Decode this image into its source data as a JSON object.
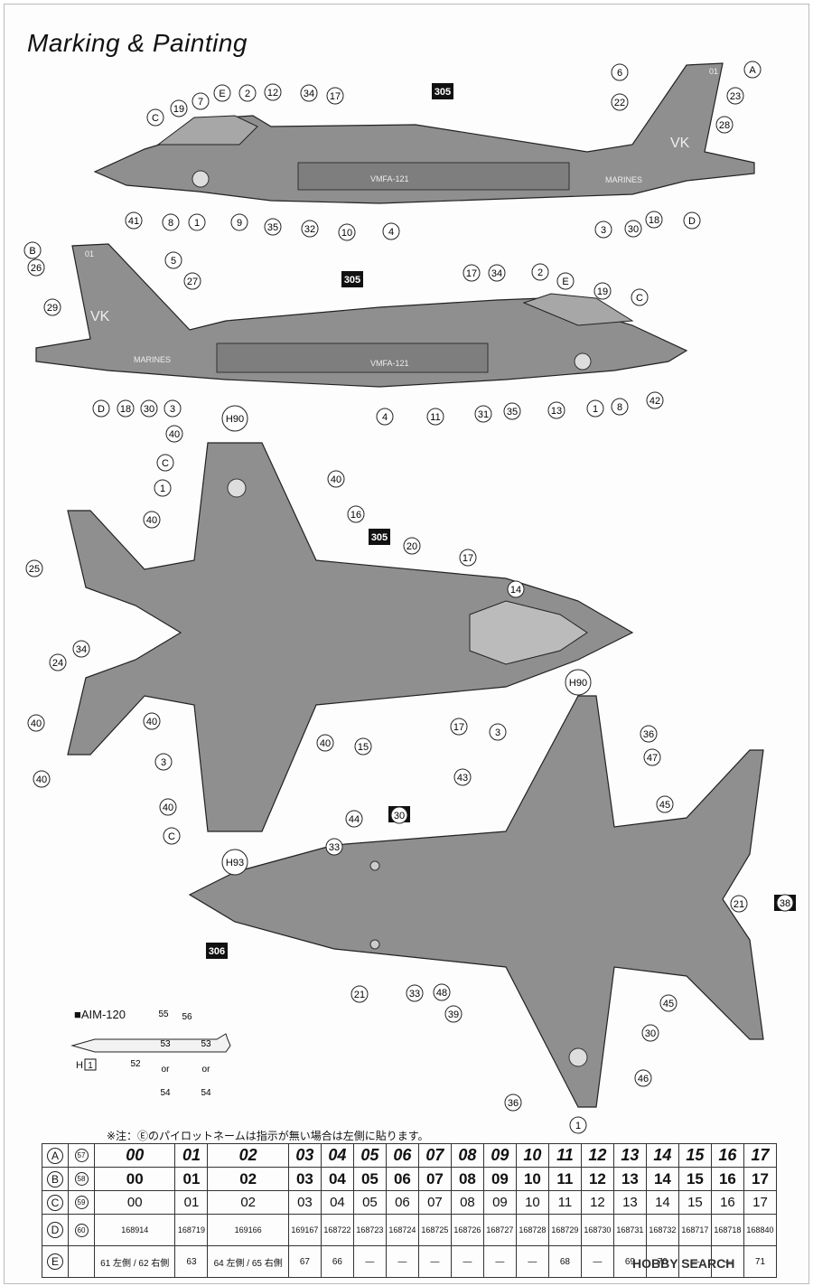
{
  "title": "Marking & Painting",
  "paint_codes": [
    "305",
    "306"
  ],
  "colors": {
    "aircraft_fill": "#8f8f8f",
    "panel": "#7a7a7a",
    "tag_bg": "#111111",
    "line": "#222222"
  },
  "callouts": {
    "top_view_left": [
      "C",
      "19",
      "7",
      "E",
      "2",
      "12",
      "34",
      "17",
      "6",
      "22",
      "A",
      "23",
      "28",
      "41",
      "8",
      "1",
      "9",
      "35",
      "32",
      "10",
      "4",
      "3",
      "30",
      "18",
      "D"
    ],
    "side_view_right": [
      "B",
      "26",
      "5",
      "27",
      "29",
      "D",
      "18",
      "30",
      "3",
      "4",
      "11",
      "31",
      "35",
      "17",
      "34",
      "2",
      "E",
      "19",
      "C",
      "13",
      "1",
      "8",
      "42"
    ],
    "upper_planform": [
      "H90",
      "40",
      "C",
      "1",
      "40",
      "16",
      "20",
      "17",
      "14",
      "40",
      "25",
      "34",
      "24",
      "40",
      "40",
      "40",
      "15",
      "17",
      "40",
      "3",
      "40",
      "C",
      "H93"
    ],
    "lower_planform": [
      "H90",
      "36",
      "3",
      "47",
      "43",
      "45",
      "30",
      "305",
      "44",
      "33",
      "21",
      "38",
      "306",
      "306",
      "21",
      "33",
      "48",
      "39",
      "45",
      "30",
      "46",
      "36",
      "1",
      "H93"
    ]
  },
  "markings_text": {
    "marines": "MARINES",
    "squadron": "VMFA-121",
    "tail_code": "VK",
    "tail_number": "01"
  },
  "missile": {
    "label": "■AIM-120",
    "parts": [
      "55",
      "56",
      "52",
      "53",
      "or",
      "54",
      "53",
      "or",
      "54"
    ],
    "h": "H",
    "h_num": "1"
  },
  "note": "※注：Ⓔのパイロットネームは指示が無い場合は左側に貼ります。",
  "table": {
    "rows": [
      {
        "key": "A",
        "decal": "57",
        "values": [
          "00",
          "01",
          "02",
          "03",
          "04",
          "05",
          "06",
          "07",
          "08",
          "09",
          "10",
          "11",
          "12",
          "13",
          "14",
          "15",
          "16",
          "17"
        ]
      },
      {
        "key": "B",
        "decal": "58",
        "values": [
          "00",
          "01",
          "02",
          "03",
          "04",
          "05",
          "06",
          "07",
          "08",
          "09",
          "10",
          "11",
          "12",
          "13",
          "14",
          "15",
          "16",
          "17"
        ]
      },
      {
        "key": "C",
        "decal": "59",
        "values": [
          "00",
          "01",
          "02",
          "03",
          "04",
          "05",
          "06",
          "07",
          "08",
          "09",
          "10",
          "11",
          "12",
          "13",
          "14",
          "15",
          "16",
          "17"
        ]
      },
      {
        "key": "D",
        "decal": "60",
        "values": [
          "168914",
          "168719",
          "169166",
          "169167",
          "168722",
          "168723",
          "168724",
          "168725",
          "168726",
          "168727",
          "168728",
          "168729",
          "168730",
          "168731",
          "168732",
          "168717",
          "168718",
          "168840"
        ]
      },
      {
        "key": "E",
        "decal": "",
        "values": [
          "61 左側 / 62 右側",
          "63",
          "64 左側 / 65 右側",
          "67",
          "66",
          "—",
          "—",
          "—",
          "—",
          "—",
          "—",
          "68",
          "—",
          "69",
          "70",
          "—",
          "—",
          "71"
        ]
      }
    ]
  },
  "watermark": "HOBBY SEARCH"
}
